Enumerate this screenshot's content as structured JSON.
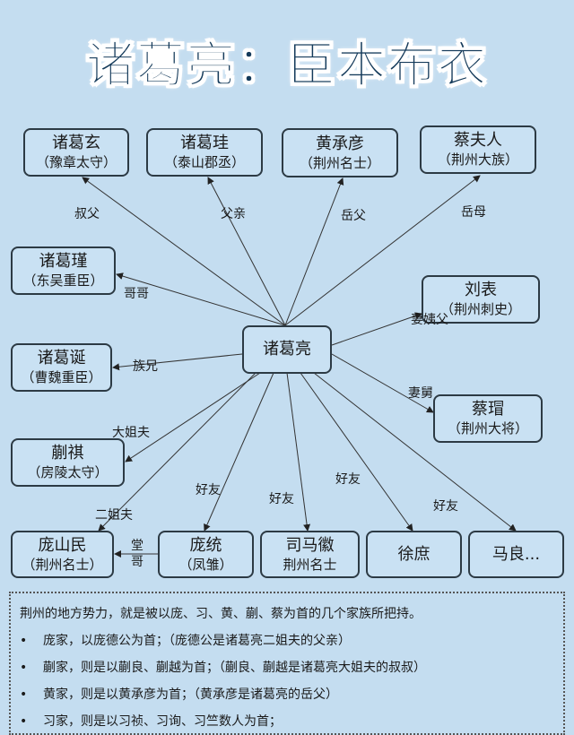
{
  "title": "诸葛亮：臣本布衣",
  "center": {
    "name": "诸葛亮"
  },
  "nodes": {
    "xuan": {
      "name": "诸葛玄",
      "sub": "（豫章太守）",
      "rel": "叔父"
    },
    "gui": {
      "name": "诸葛珪",
      "sub": "（泰山郡丞）",
      "rel": "父亲"
    },
    "huang": {
      "name": "黄承彦",
      "sub": "（荆州名士）",
      "rel": "岳父"
    },
    "cai": {
      "name": "蔡夫人",
      "sub": "（荆州大族）",
      "rel": "岳母"
    },
    "jin": {
      "name": "诸葛瑾",
      "sub": "（东吴重臣）",
      "rel": "哥哥"
    },
    "liubiao": {
      "name": "刘表",
      "sub": "（荆州刺史）",
      "rel": "妻姨父"
    },
    "dan": {
      "name": "诸葛诞",
      "sub": "（曹魏重臣）",
      "rel": "族兄"
    },
    "caimao": {
      "name": "蔡瑁",
      "sub": "（荆州大将）",
      "rel": "妻舅"
    },
    "kuai": {
      "name": "蒯祺",
      "sub": "（房陵太守）",
      "rel": "大姐夫"
    },
    "pangsm": {
      "name": "庞山民",
      "sub": "（荆州名士）",
      "rel": "二姐夫"
    },
    "pangt": {
      "name": "庞统",
      "sub": "（凤雏）",
      "rel": "好友",
      "rel2": "堂哥"
    },
    "sima": {
      "name": "司马徽",
      "sub": "荆州名士",
      "rel": "好友"
    },
    "xu": {
      "name": "徐庶",
      "rel": "好友"
    },
    "ma": {
      "name": "马良...",
      "rel": "好友"
    }
  },
  "note": {
    "intro": "荆州的地方势力，就是被以庞、习、黄、蒯、蔡为首的几个家族所把持。",
    "items": [
      "庞家，以庞德公为首；（庞德公是诸葛亮二姐夫的父亲）",
      "蒯家，则是以蒯良、蒯越为首；（蒯良、蒯越是诸葛亮大姐夫的叔叔）",
      "黄家，则是以黄承彦为首；（黄承彦是诸葛亮的岳父）",
      "习家，则是以习祯、习询、习竺数人为首；"
    ],
    "bullet": "•"
  },
  "colors": {
    "background": "#c4ddf0",
    "title": "#143a5a",
    "border": "#2c3a44"
  }
}
